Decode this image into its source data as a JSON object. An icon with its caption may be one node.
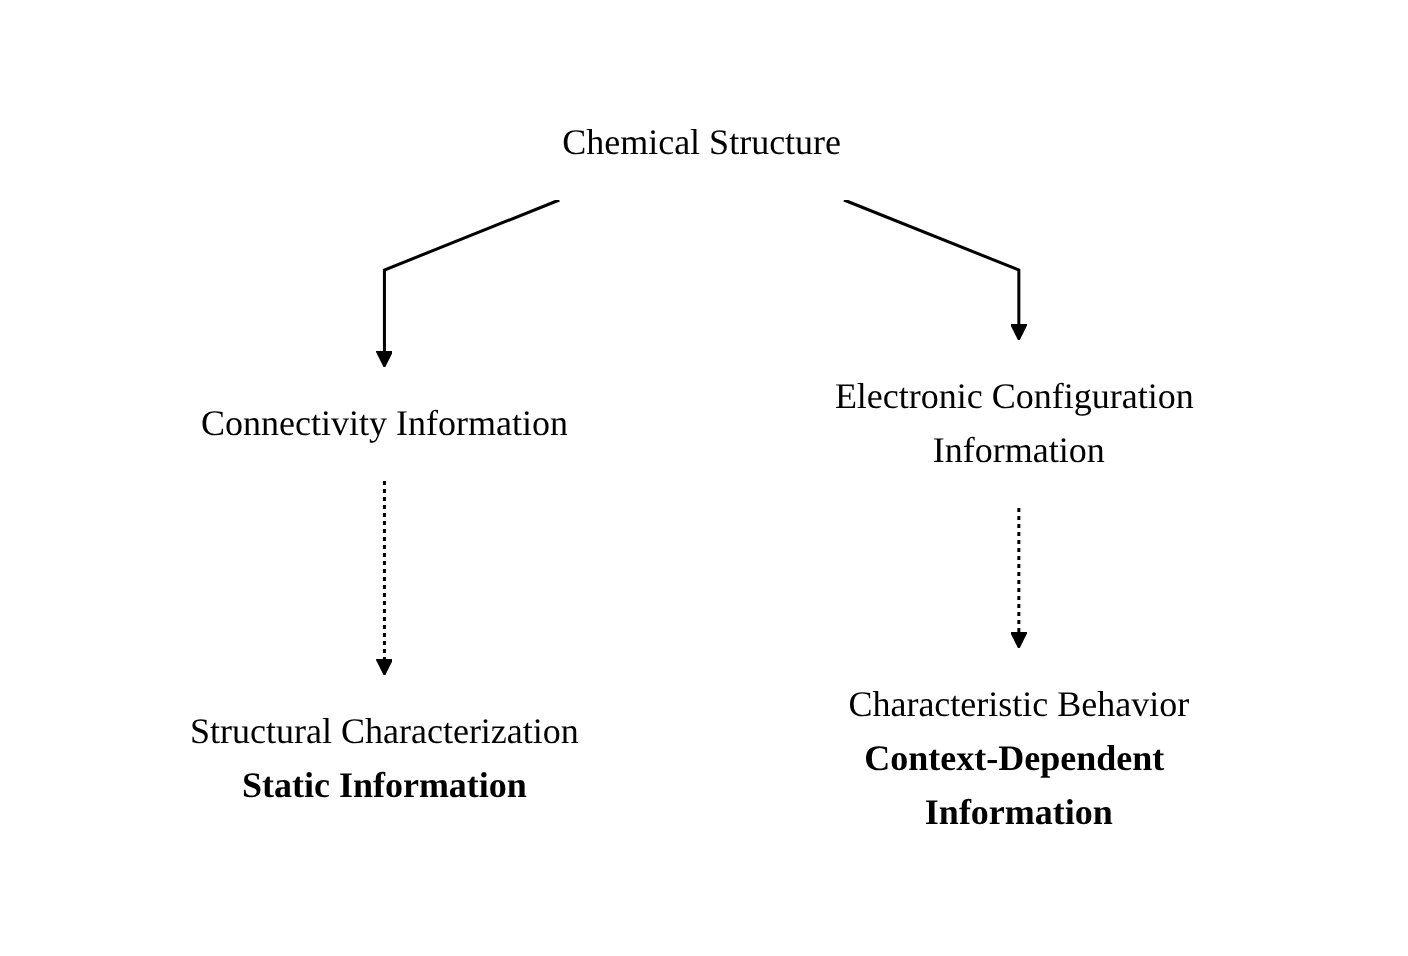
{
  "diagram": {
    "nodes": [
      {
        "text": [
          "Chemical Structure"
        ]
      },
      {
        "text": [
          "Connectivity Information"
        ]
      },
      {
        "text": [
          "Electronic Configuration Information"
        ]
      },
      {
        "text": [
          "Structural Characterization"
        ],
        "beside": [
          "Static Information"
        ]
      },
      {
        "text": [
          "Characteristic Behavior"
        ],
        "beside": [
          "Context-Dependent Information"
        ]
      }
    ],
    "edges": [
      {
        "from": 0,
        "to": 1,
        "arrow": "to"
      },
      {
        "from": 0,
        "to": 2,
        "arrow": "to"
      },
      {
        "from": 1,
        "to": 3,
        "arrow": "to",
        "style": "dashed"
      },
      {
        "from": 2,
        "to": 4,
        "arrow": "to",
        "style": "dashed"
      }
    ]
  }
}
